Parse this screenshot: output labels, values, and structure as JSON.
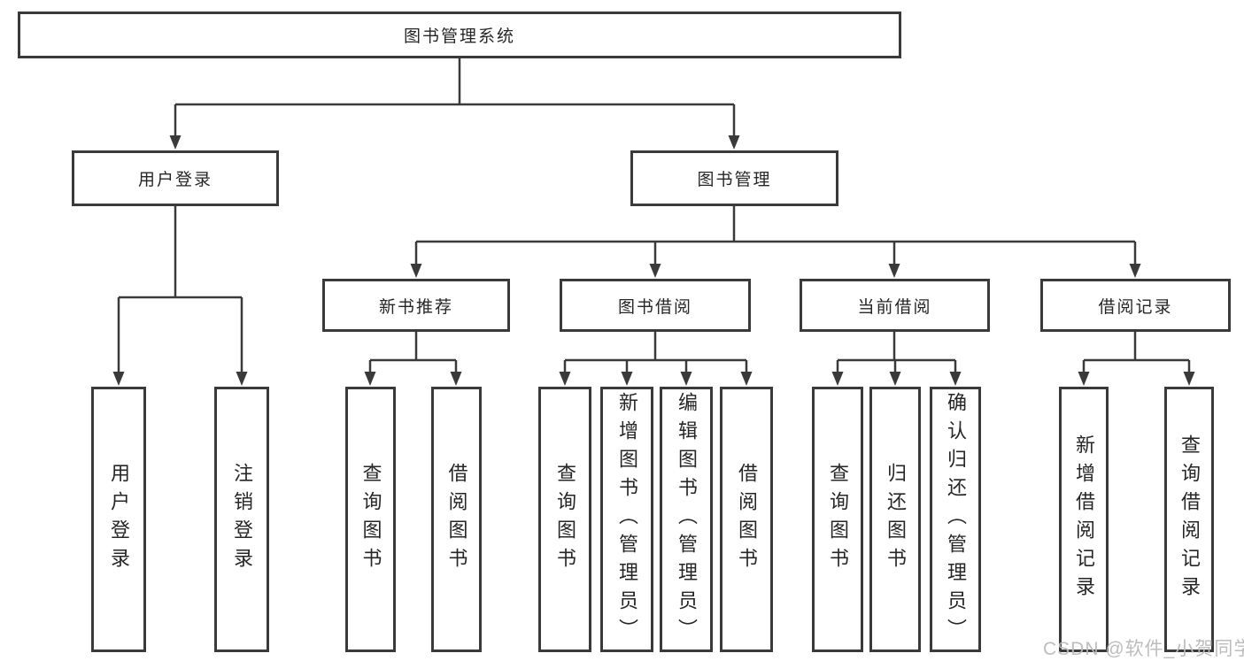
{
  "diagram_title": "图书管理系统",
  "nodes": {
    "root": {
      "label": "图书管理系统"
    },
    "level2": [
      {
        "label": "用户登录"
      },
      {
        "label": "图书管理"
      }
    ],
    "level3": [
      {
        "label": "新书推荐",
        "parent": "图书管理"
      },
      {
        "label": "图书借阅",
        "parent": "图书管理"
      },
      {
        "label": "当前借阅",
        "parent": "图书管理"
      },
      {
        "label": "借阅记录",
        "parent": "图书管理"
      }
    ],
    "leaves": [
      {
        "label": "用户登录",
        "parent": "用户登录"
      },
      {
        "label": "注销登录",
        "parent": "用户登录"
      },
      {
        "label": "查询图书",
        "parent": "新书推荐"
      },
      {
        "label": "借阅图书",
        "parent": "新书推荐"
      },
      {
        "label": "查询图书",
        "parent": "图书借阅"
      },
      {
        "label": "新增图书（管理员）",
        "parent": "图书借阅"
      },
      {
        "label": "编辑图书（管理员）",
        "parent": "图书借阅"
      },
      {
        "label": "借阅图书",
        "parent": "图书借阅"
      },
      {
        "label": "查询图书",
        "parent": "当前借阅"
      },
      {
        "label": "归还图书",
        "parent": "当前借阅"
      },
      {
        "label": "确认归还（管理员）",
        "parent": "当前借阅"
      },
      {
        "label": "新增借阅记录",
        "parent": "借阅记录"
      },
      {
        "label": "查询借阅记录",
        "parent": "借阅记录"
      }
    ]
  },
  "watermark": "CSDN @软件_小贺同学",
  "colors": {
    "line": "#3a3a3a",
    "text": "#262626",
    "watermark": "#b9b9b9",
    "background": "#ffffff"
  }
}
